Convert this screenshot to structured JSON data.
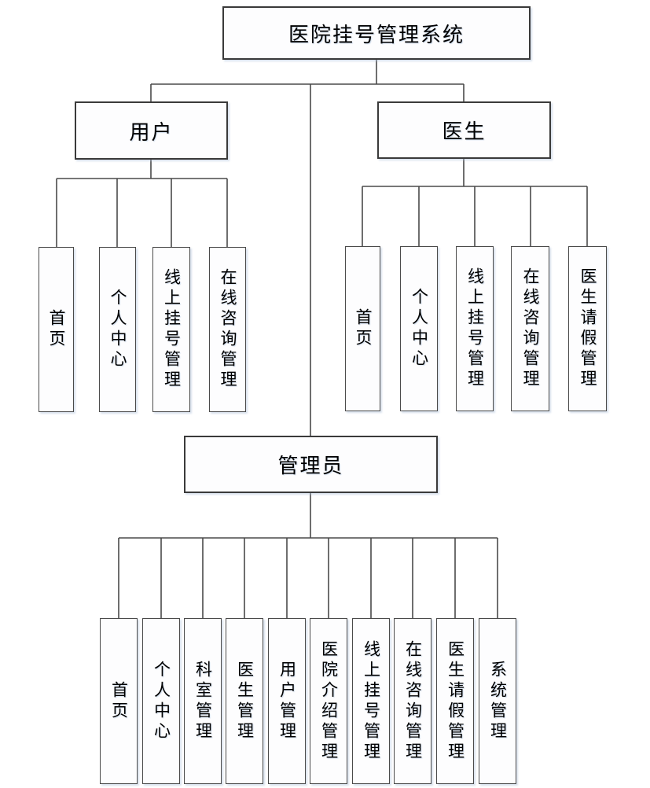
{
  "diagram": {
    "type": "hierarchy-tree",
    "root_label": "医院挂号管理系统",
    "branches": [
      {
        "id": "user",
        "label": "用户",
        "children": [
          "首页",
          "个人中心",
          "线上挂号管理",
          "在线咨询管理"
        ]
      },
      {
        "id": "doctor",
        "label": "医生",
        "children": [
          "首页",
          "个人中心",
          "线上挂号管理",
          "在线咨询管理",
          "医生请假管理"
        ]
      },
      {
        "id": "admin",
        "label": "管理员",
        "children": [
          "首页",
          "个人中心",
          "科室管理",
          "医生管理",
          "用户管理",
          "医院介绍管理",
          "线上挂号管理",
          "在线咨询管理",
          "医生请假管理",
          "系统管理"
        ]
      }
    ],
    "colors": {
      "background": "#ffffff",
      "box_fill": "#fdfdfe",
      "box_border": "#3a3a3a",
      "connector_line": "#4a4a4a",
      "text": "#000000"
    }
  }
}
